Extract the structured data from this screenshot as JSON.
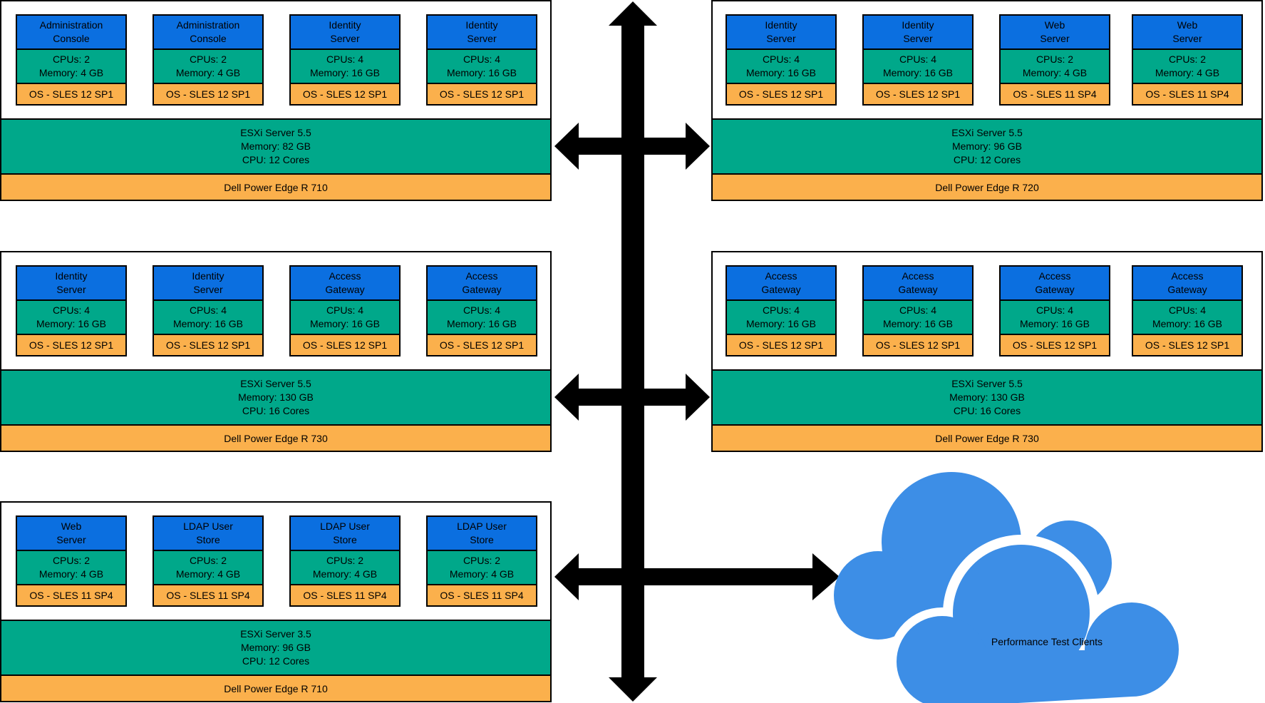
{
  "colors": {
    "vm_name": "#0b6fe0",
    "vm_resources": "#00a88a",
    "vm_os": "#fbb04c",
    "esxi": "#00a88a",
    "hardware": "#fbb04c",
    "cloud": "#3d8ee6",
    "arrows": "#000000"
  },
  "hosts": [
    {
      "vms": [
        {
          "name": "Administration\nConsole",
          "cpus": "CPUs: 2",
          "memory": "Memory: 4 GB",
          "os": "OS - SLES 12 SP1"
        },
        {
          "name": "Administration\nConsole",
          "cpus": "CPUs: 2",
          "memory": "Memory: 4 GB",
          "os": "OS - SLES 12 SP1"
        },
        {
          "name": "Identity\nServer",
          "cpus": "CPUs: 4",
          "memory": "Memory: 16 GB",
          "os": "OS - SLES 12 SP1"
        },
        {
          "name": "Identity\nServer",
          "cpus": "CPUs: 4",
          "memory": "Memory: 16 GB",
          "os": "OS - SLES 12 SP1"
        }
      ],
      "esxi": {
        "title": "ESXi Server 5.5",
        "memory": "Memory: 82 GB",
        "cpu": "CPU: 12 Cores"
      },
      "hardware": "Dell Power Edge R 710"
    },
    {
      "vms": [
        {
          "name": "Identity\nServer",
          "cpus": "CPUs: 4",
          "memory": "Memory: 16 GB",
          "os": "OS - SLES 12 SP1"
        },
        {
          "name": "Identity\nServer",
          "cpus": "CPUs: 4",
          "memory": "Memory: 16 GB",
          "os": "OS - SLES 12 SP1"
        },
        {
          "name": "Web\nServer",
          "cpus": "CPUs: 2",
          "memory": "Memory: 4 GB",
          "os": "OS - SLES 11 SP4"
        },
        {
          "name": "Web\nServer",
          "cpus": "CPUs: 2",
          "memory": "Memory: 4 GB",
          "os": "OS - SLES 11 SP4"
        }
      ],
      "esxi": {
        "title": "ESXi Server 5.5",
        "memory": "Memory: 96 GB",
        "cpu": "CPU: 12 Cores"
      },
      "hardware": "Dell Power Edge R 720"
    },
    {
      "vms": [
        {
          "name": "Identity\nServer",
          "cpus": "CPUs: 4",
          "memory": "Memory: 16 GB",
          "os": "OS - SLES 12 SP1"
        },
        {
          "name": "Identity\nServer",
          "cpus": "CPUs: 4",
          "memory": "Memory: 16 GB",
          "os": "OS - SLES 12 SP1"
        },
        {
          "name": "Access\nGateway",
          "cpus": "CPUs: 4",
          "memory": "Memory: 16 GB",
          "os": "OS - SLES 12 SP1"
        },
        {
          "name": "Access\nGateway",
          "cpus": "CPUs: 4",
          "memory": "Memory: 16 GB",
          "os": "OS - SLES 12 SP1"
        }
      ],
      "esxi": {
        "title": "ESXi Server 5.5",
        "memory": "Memory: 130  GB",
        "cpu": "CPU: 16 Cores"
      },
      "hardware": "Dell Power Edge R 730"
    },
    {
      "vms": [
        {
          "name": "Access\nGateway",
          "cpus": "CPUs: 4",
          "memory": "Memory: 16 GB",
          "os": "OS - SLES 12 SP1"
        },
        {
          "name": "Access\nGateway",
          "cpus": "CPUs: 4",
          "memory": "Memory: 16 GB",
          "os": "OS - SLES 12 SP1"
        },
        {
          "name": "Access\nGateway",
          "cpus": "CPUs: 4",
          "memory": "Memory: 16 GB",
          "os": "OS - SLES 12 SP1"
        },
        {
          "name": "Access\nGateway",
          "cpus": "CPUs: 4",
          "memory": "Memory: 16 GB",
          "os": "OS - SLES 12 SP1"
        }
      ],
      "esxi": {
        "title": "ESXi Server 5.5",
        "memory": "Memory: 130 GB",
        "cpu": "CPU: 16 Cores"
      },
      "hardware": "Dell Power Edge R 730"
    },
    {
      "vms": [
        {
          "name": "Web\nServer",
          "cpus": "CPUs: 2",
          "memory": "Memory: 4 GB",
          "os": "OS - SLES 11 SP4"
        },
        {
          "name": "LDAP User\nStore",
          "cpus": "CPUs: 2",
          "memory": "Memory: 4 GB",
          "os": "OS - SLES 11 SP4"
        },
        {
          "name": "LDAP User\nStore",
          "cpus": "CPUs: 2",
          "memory": "Memory: 4 GB",
          "os": "OS - SLES 11 SP4"
        },
        {
          "name": "LDAP User\nStore",
          "cpus": "CPUs: 2",
          "memory": "Memory: 4 GB",
          "os": "OS - SLES 11 SP4"
        }
      ],
      "esxi": {
        "title": "ESXi Server 3.5",
        "memory": "Memory: 96 GB",
        "cpu": "CPU: 12 Cores"
      },
      "hardware": "Dell Power Edge R 710"
    }
  ],
  "cloud": {
    "label": "Performance Test Clients"
  }
}
